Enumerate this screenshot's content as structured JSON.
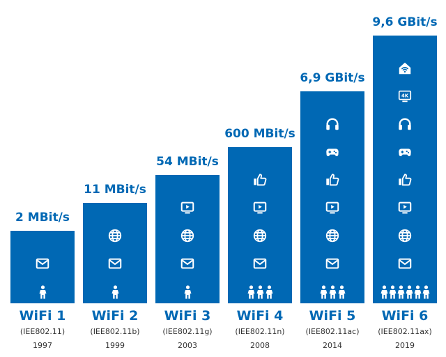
{
  "colors": {
    "bar": "#0068b4",
    "text": "#0068b4",
    "icon": "#ffffff",
    "sub": "#333333"
  },
  "chart_data": {
    "type": "bar",
    "categories": [
      "WiFi 1",
      "WiFi 2",
      "WiFi 3",
      "WiFi 4",
      "WiFi 5",
      "WiFi 6"
    ],
    "series": [
      {
        "values": [
          2,
          11,
          54,
          600,
          6900,
          9600
        ]
      }
    ],
    "value_labels": [
      "2 MBit/s",
      "11 MBit/s",
      "54 MBit/s",
      "600 MBit/s",
      "6,9 GBit/s",
      "9,6 GBit/s"
    ],
    "standards": [
      "(IEE802.11)",
      "(IEE802.11b)",
      "(IEE802.11g)",
      "(IEE802.11n)",
      "(IEE802.11ac)",
      "(IEE802.11ax)"
    ],
    "years": [
      "1997",
      "1999",
      "2003",
      "2008",
      "2014",
      "2019"
    ],
    "users": [
      1,
      1,
      1,
      3,
      3,
      6
    ],
    "icons": [
      [
        "mail-icon"
      ],
      [
        "mail-icon",
        "globe-icon"
      ],
      [
        "mail-icon",
        "globe-icon",
        "video-icon"
      ],
      [
        "mail-icon",
        "globe-icon",
        "video-icon",
        "thumbs-up-icon"
      ],
      [
        "mail-icon",
        "globe-icon",
        "video-icon",
        "thumbs-up-icon",
        "gamepad-icon",
        "headphones-icon"
      ],
      [
        "mail-icon",
        "globe-icon",
        "video-icon",
        "thumbs-up-icon",
        "gamepad-icon",
        "headphones-icon",
        "4k-tv-icon",
        "smart-home-icon"
      ]
    ],
    "badge_text": "4K"
  }
}
